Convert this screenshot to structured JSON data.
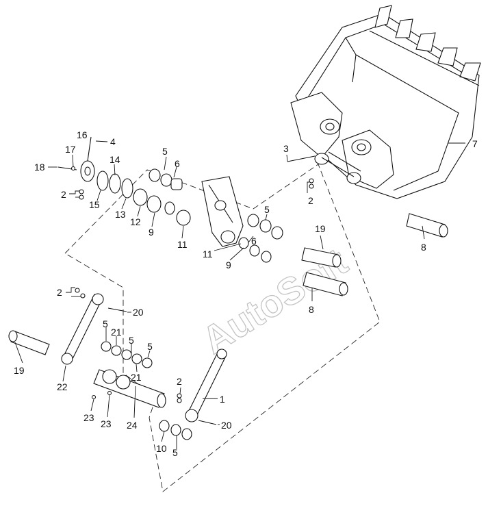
{
  "watermark": "AutoSoft",
  "callouts": [
    {
      "id": "c16",
      "text": "16"
    },
    {
      "id": "c4",
      "text": "4"
    },
    {
      "id": "c17",
      "text": "17"
    },
    {
      "id": "c14",
      "text": "14"
    },
    {
      "id": "c18",
      "text": "18"
    },
    {
      "id": "c5a",
      "text": "5"
    },
    {
      "id": "c6a",
      "text": "6"
    },
    {
      "id": "c2a",
      "text": "2"
    },
    {
      "id": "c15",
      "text": "15"
    },
    {
      "id": "c13",
      "text": "13"
    },
    {
      "id": "c12",
      "text": "12"
    },
    {
      "id": "c9a",
      "text": "9"
    },
    {
      "id": "c11a",
      "text": "11"
    },
    {
      "id": "c3",
      "text": "3"
    },
    {
      "id": "c7",
      "text": "7"
    },
    {
      "id": "c2b",
      "text": "2"
    },
    {
      "id": "c5b",
      "text": "5"
    },
    {
      "id": "c19a",
      "text": "19"
    },
    {
      "id": "c6b",
      "text": "6"
    },
    {
      "id": "c11b",
      "text": "11"
    },
    {
      "id": "c9b",
      "text": "9"
    },
    {
      "id": "c8a",
      "text": "8"
    },
    {
      "id": "c8b",
      "text": "8"
    },
    {
      "id": "c2c",
      "text": "2"
    },
    {
      "id": "c20a",
      "text": "20"
    },
    {
      "id": "c5c",
      "text": "5"
    },
    {
      "id": "c21a",
      "text": "21"
    },
    {
      "id": "c5d",
      "text": "5"
    },
    {
      "id": "c5e",
      "text": "5"
    },
    {
      "id": "c21b",
      "text": "21"
    },
    {
      "id": "c19b",
      "text": "19"
    },
    {
      "id": "c22",
      "text": "22"
    },
    {
      "id": "c2d",
      "text": "2"
    },
    {
      "id": "c1",
      "text": "1"
    },
    {
      "id": "c23a",
      "text": "23"
    },
    {
      "id": "c23b",
      "text": "23"
    },
    {
      "id": "c24",
      "text": "24"
    },
    {
      "id": "c20b",
      "text": "20"
    },
    {
      "id": "c10",
      "text": "10"
    },
    {
      "id": "c5f",
      "text": "5"
    }
  ]
}
